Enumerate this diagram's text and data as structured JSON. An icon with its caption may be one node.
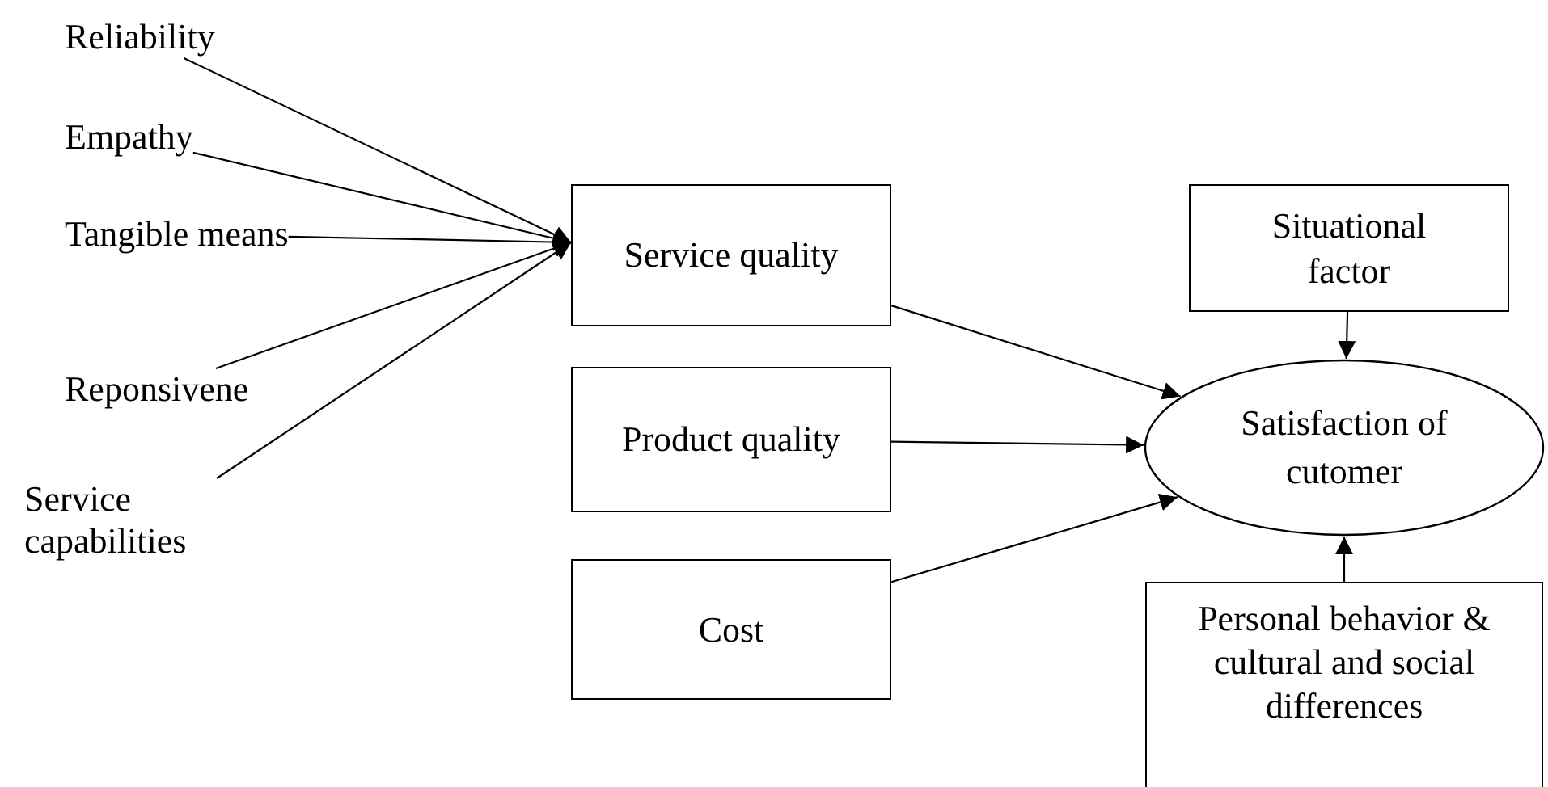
{
  "diagram": {
    "nodes": [
      {
        "text": [
          "Reliability"
        ]
      },
      {
        "text": [
          "Empathy"
        ]
      },
      {
        "text": [
          "Tangible means"
        ]
      },
      {
        "text": [
          "Reponsivene"
        ]
      },
      {
        "text": [
          "Service capabilities"
        ]
      },
      {
        "text": [
          "Service quality"
        ]
      },
      {
        "text": [
          "Product quality"
        ]
      },
      {
        "text": [
          "Cost"
        ]
      },
      {
        "text": [
          "Situational factor"
        ]
      },
      {
        "text": [
          "Satisfaction of cutomer"
        ]
      },
      {
        "text": [
          "Personal behavior & cultural and social differences"
        ]
      }
    ],
    "edges": [
      {
        "from": 0,
        "to": 5,
        "arrow": "to"
      },
      {
        "from": 1,
        "to": 5,
        "arrow": "to"
      },
      {
        "from": 2,
        "to": 5,
        "arrow": "to"
      },
      {
        "from": 3,
        "to": 5,
        "arrow": "to"
      },
      {
        "from": 4,
        "to": 5,
        "arrow": "to"
      },
      {
        "from": 5,
        "to": 9,
        "arrow": "to"
      },
      {
        "from": 6,
        "to": 9,
        "arrow": "to"
      },
      {
        "from": 7,
        "to": 9,
        "arrow": "to"
      },
      {
        "from": 8,
        "to": 9,
        "arrow": "to"
      },
      {
        "from": 10,
        "to": 9,
        "arrow": "to"
      }
    ]
  }
}
